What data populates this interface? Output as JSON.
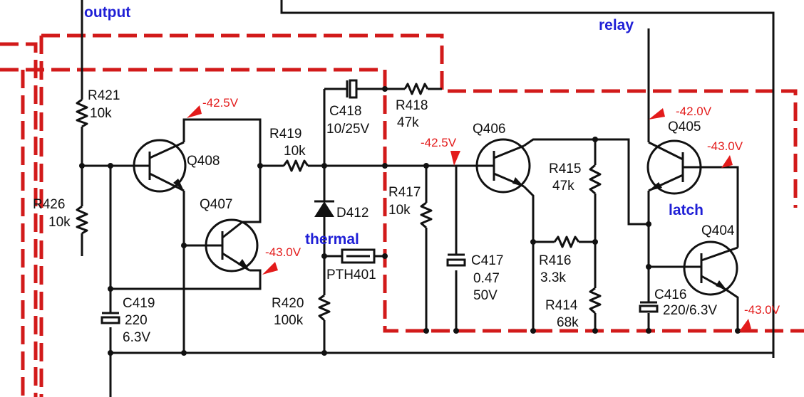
{
  "annotations": {
    "output": "output",
    "relay": "relay",
    "thermal": "thermal",
    "latch": "latch"
  },
  "components": {
    "R421": {
      "ref": "R421",
      "value": "10k"
    },
    "R426": {
      "ref": "R426",
      "value": "10k"
    },
    "Q408": {
      "ref": "Q408"
    },
    "Q407": {
      "ref": "Q407"
    },
    "R419": {
      "ref": "R419",
      "value": "10k"
    },
    "C418": {
      "ref": "C418",
      "value": "10/25V"
    },
    "R418": {
      "ref": "R418",
      "value": "47k"
    },
    "D412": {
      "ref": "D412"
    },
    "PTH401": {
      "ref": "PTH401"
    },
    "R420": {
      "ref": "R420",
      "value": "100k"
    },
    "C419": {
      "ref": "C419",
      "value1": "220",
      "value2": "6.3V"
    },
    "R417": {
      "ref": "R417",
      "value": "10k"
    },
    "C417": {
      "ref": "C417",
      "value1": "0.47",
      "value2": "50V"
    },
    "Q406": {
      "ref": "Q406"
    },
    "R415": {
      "ref": "R415",
      "value": "47k"
    },
    "R416": {
      "ref": "R416",
      "value": "3.3k"
    },
    "R414": {
      "ref": "R414",
      "value": "68k"
    },
    "Q405": {
      "ref": "Q405"
    },
    "Q404": {
      "ref": "Q404"
    },
    "C416": {
      "ref": "C416",
      "value": "220/6.3V"
    }
  },
  "voltages": {
    "q408_collector": "-42.5V",
    "q407_emitter": "-43.0V",
    "q406_base": "-42.5V",
    "q405_collector": "-42.0V",
    "q405_emitter": "-43.0V",
    "q404_emitter": "-43.0V"
  },
  "colors": {
    "wire": "#111111",
    "highlight_path": "#d21a1a",
    "voltage_text": "#e31b1b",
    "annotation_text": "#1f1fd6"
  }
}
